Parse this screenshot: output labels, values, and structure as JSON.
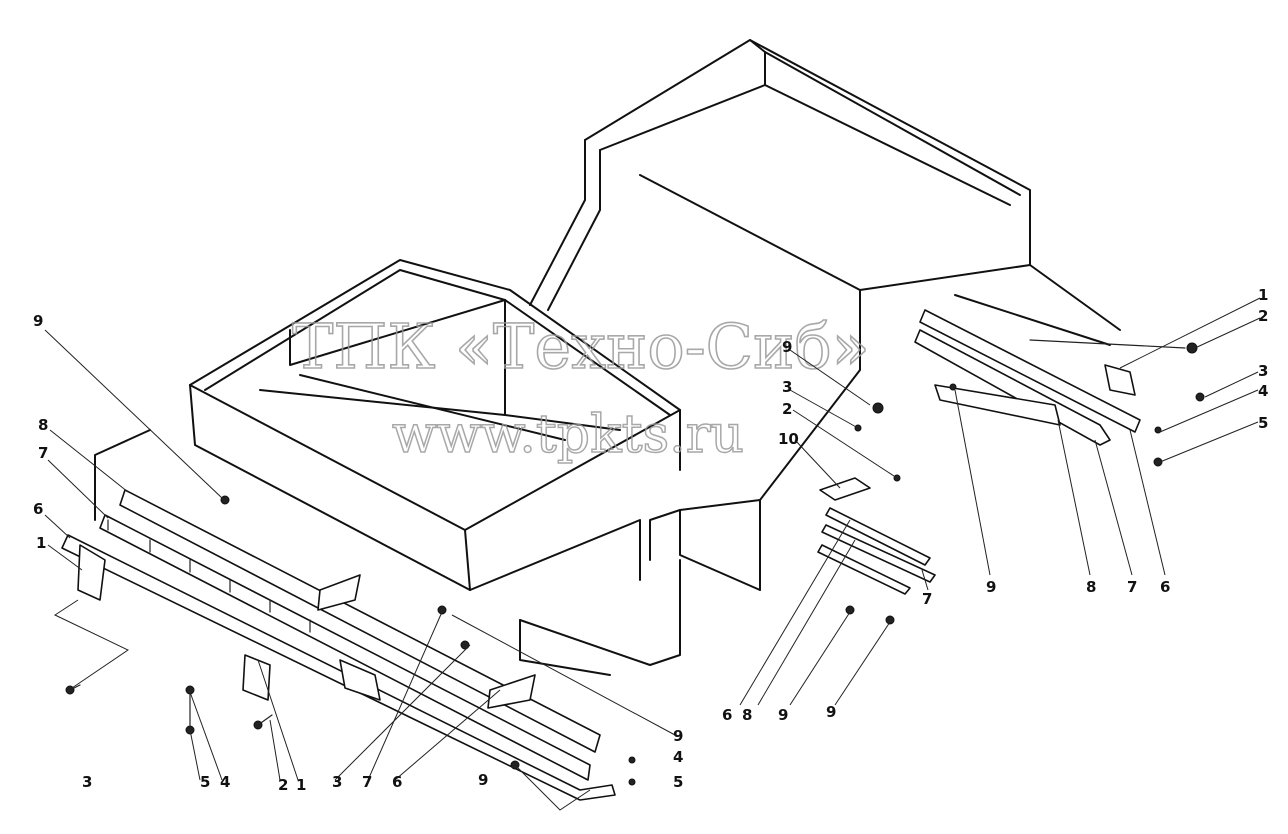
{
  "watermark": {
    "line1": "ТПК «Техно-Сиб»",
    "line2": "www.tpkts.ru"
  },
  "callouts": {
    "left": [
      "9",
      "8",
      "7",
      "6",
      "1",
      "3",
      "5",
      "4",
      "2",
      "1",
      "3",
      "7",
      "6",
      "9",
      "4",
      "5",
      "9"
    ],
    "middle": [
      "9",
      "3",
      "2",
      "10",
      "7",
      "6",
      "8",
      "9",
      "9"
    ],
    "right": [
      "1",
      "2",
      "3",
      "4",
      "5",
      "6",
      "7",
      "8",
      "9"
    ]
  }
}
